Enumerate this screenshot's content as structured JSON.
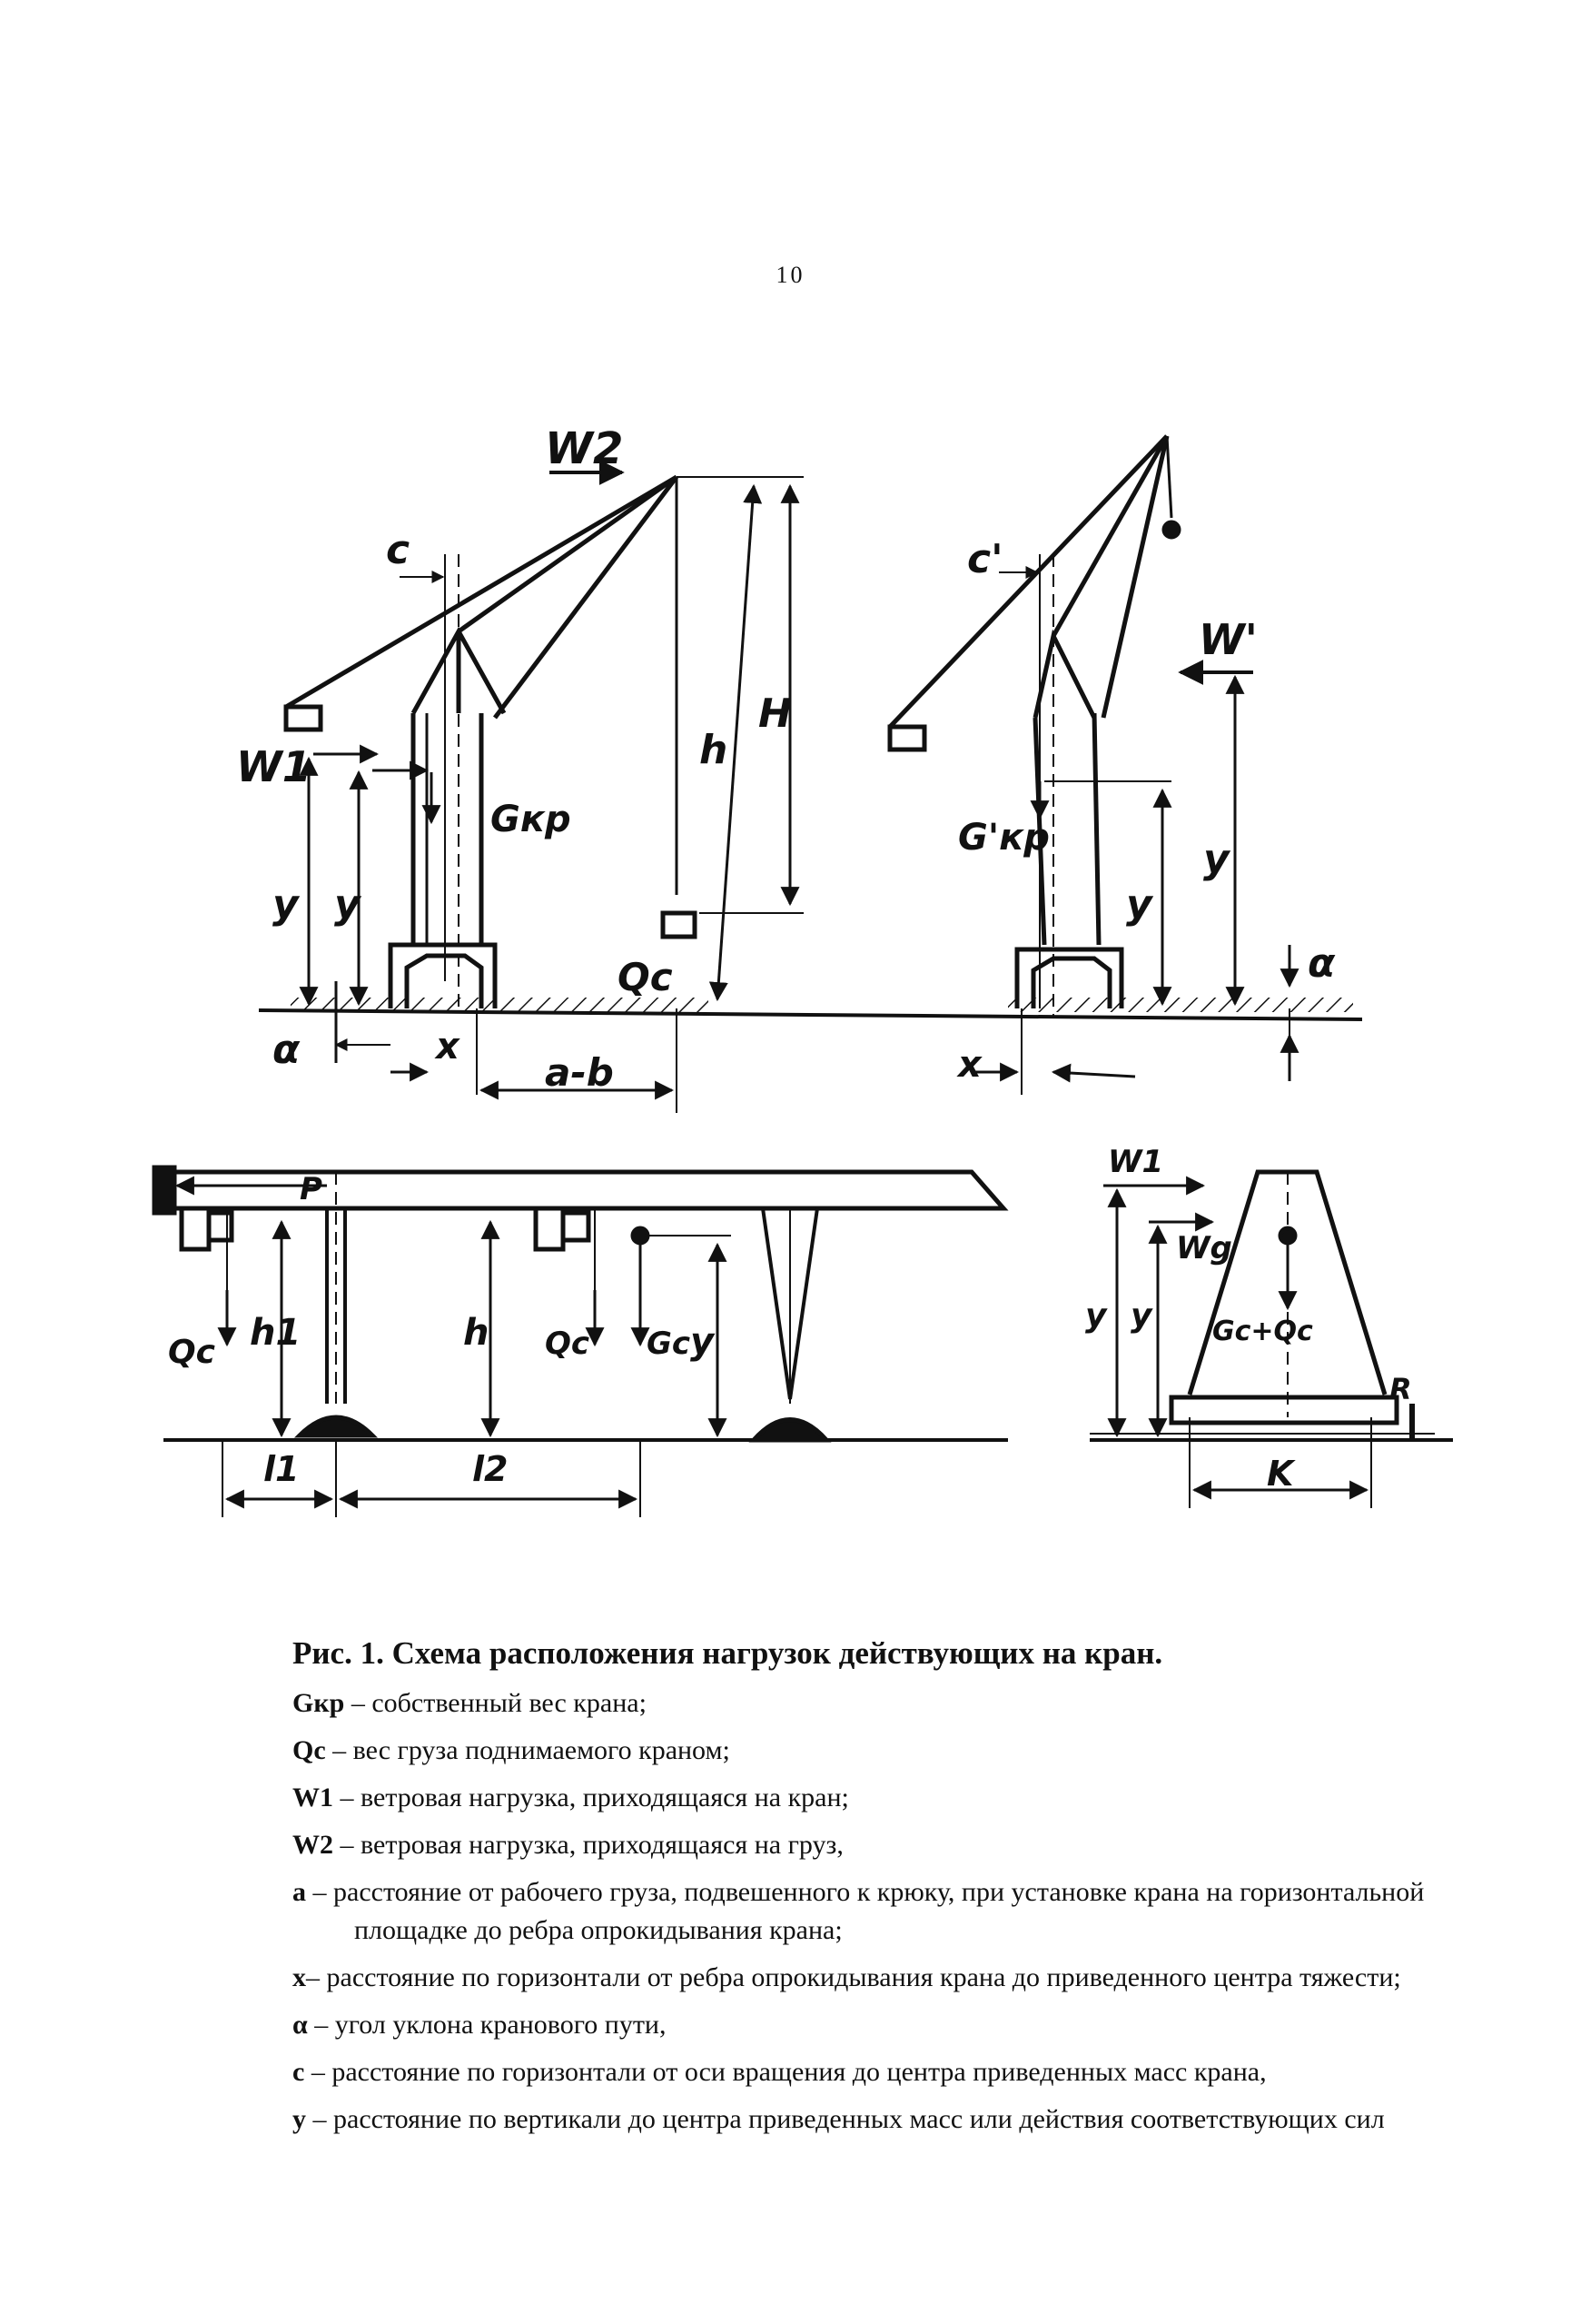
{
  "page_number": "10",
  "figure": {
    "labels": {
      "W2": "W2",
      "W1": "W1",
      "W_prime": "W'",
      "c": "c",
      "c_prime": "c'",
      "G_kr": "Gкр",
      "G_kr_prime": "G'кр",
      "h": "h",
      "H": "H",
      "y": "y",
      "Q_c": "Qc",
      "alpha": "α",
      "x": "x",
      "a_minus_b": "a-b",
      "P": "P",
      "h1": "h1",
      "l1": "l1",
      "l2": "l2",
      "Wg": "Wg",
      "Gc_Qc": "Gc+Qc",
      "R": "R",
      "K": "K",
      "Gc": "Gc"
    }
  },
  "caption": {
    "title": "Рис. 1. Схема расположения нагрузок действующих  на кран.",
    "items": [
      {
        "symbol": "Gкр",
        "text": " – собственный вес крана;"
      },
      {
        "symbol": "Qс",
        "text": " – вес груза поднимаемого краном;"
      },
      {
        "symbol": "W1",
        "text": " – ветровая нагрузка, приходящаяся на кран;"
      },
      {
        "symbol": "W2",
        "text": " – ветровая нагрузка, приходящаяся на груз,"
      },
      {
        "symbol": "a",
        "text": " – расстояние от рабочего груза, подвешенного к крюку, при установке крана на горизонтальной площадке до ребра опрокидывания крана;"
      },
      {
        "symbol": "x",
        "text": "– расстояние по горизонтали от ребра опрокидывания крана до приведенного центра тяжести;"
      },
      {
        "symbol": "α",
        "text": " – угол уклона кранового пути,"
      },
      {
        "symbol": "c",
        "text": " –  расстояние по горизонтали от оси вращения до центра приведенных масс крана,"
      },
      {
        "symbol": "y",
        "text": " – расстояние по вертикали до центра приведенных масс или действия соответствующих сил"
      }
    ]
  }
}
